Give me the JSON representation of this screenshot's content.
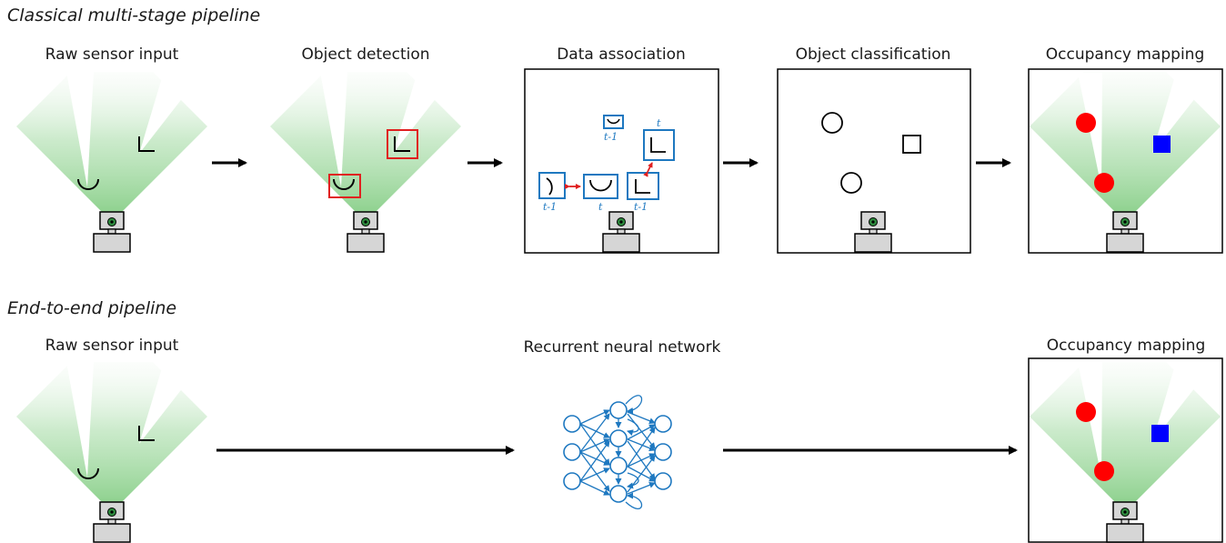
{
  "sections": {
    "classical": {
      "title": "Classical multi-stage pipeline",
      "stages": [
        {
          "label": "Raw sensor input"
        },
        {
          "label": "Object detection"
        },
        {
          "label": "Data association"
        },
        {
          "label": "Object classification"
        },
        {
          "label": "Occupancy mapping"
        }
      ],
      "time_labels": {
        "t": "t",
        "t_minus_1": "t-1"
      }
    },
    "end_to_end": {
      "title": "End-to-end pipeline",
      "stages": [
        {
          "label": "Raw sensor input"
        },
        {
          "label": "Recurrent neural network"
        },
        {
          "label": "Occupancy mapping"
        }
      ]
    }
  },
  "colors": {
    "sensor_field": "#8fd18f",
    "detection_box": "#e02020",
    "association": "#1e78c0",
    "occupied_circle": "#ff0000",
    "occupied_square": "#0000ff",
    "network": "#1e78c0",
    "robot_body": "#cccccc",
    "robot_eye": "#2e8b3e"
  },
  "icons": [
    "robot-icon",
    "arrow-right-icon",
    "neural-network-icon"
  ]
}
